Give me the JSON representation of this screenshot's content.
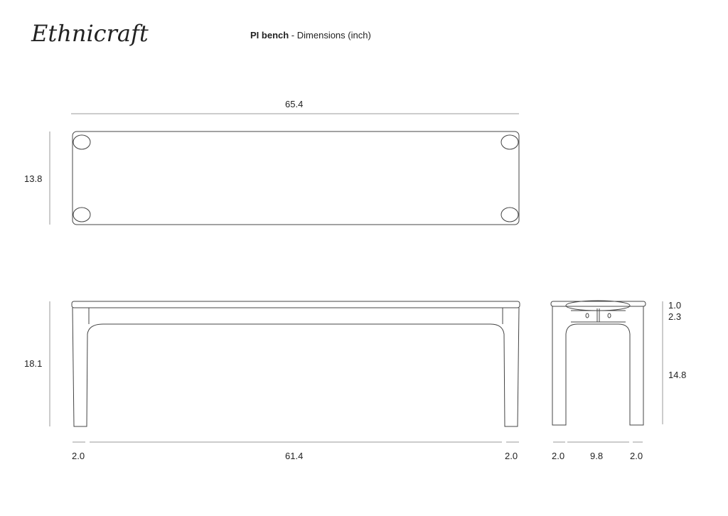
{
  "brand": "Ethnicraft",
  "header": {
    "product": "PI bench",
    "separator": " - ",
    "subtitle": "Dimensions (inch)"
  },
  "top_view": {
    "length": "65.4",
    "depth": "13.8"
  },
  "front_view": {
    "height": "18.1",
    "left_leg": "2.0",
    "span": "61.4",
    "right_leg": "2.0"
  },
  "side_view": {
    "top": "1.0",
    "apron": "2.3",
    "leg_height": "14.8",
    "left_leg": "2.0",
    "span": "9.8",
    "right_leg": "2.0"
  }
}
